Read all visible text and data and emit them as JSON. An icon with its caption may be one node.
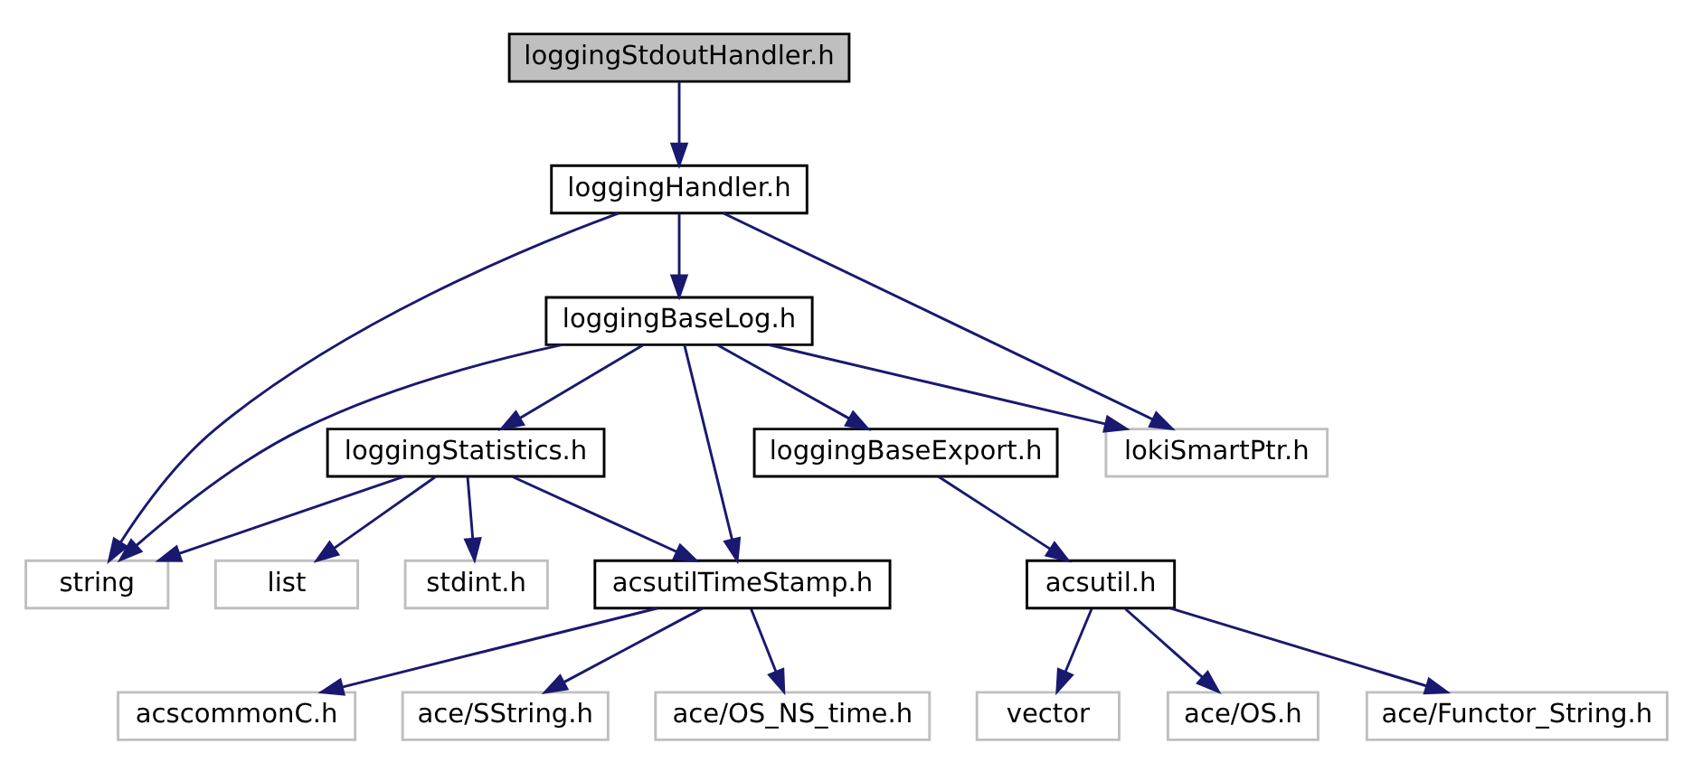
{
  "diagram": {
    "nodes": [
      {
        "text": [
          "loggingStdoutHandler.h"
        ]
      },
      {
        "text": [
          "loggingHandler.h"
        ]
      },
      {
        "text": [
          "loggingBaseLog.h"
        ]
      },
      {
        "text": [
          "loggingBaseExport.h"
        ]
      },
      {
        "text": [
          "loggingStatistics.h"
        ]
      },
      {
        "text": [
          "lokiSmartPtr.h"
        ]
      },
      {
        "text": [
          "acsutilTimeStamp.h"
        ]
      },
      {
        "text": [
          "acsutil.h"
        ]
      },
      {
        "text": [
          "stdint.h"
        ]
      },
      {
        "text": [
          "list"
        ]
      },
      {
        "text": [
          "string"
        ]
      },
      {
        "text": [
          "acscommonC.h"
        ]
      },
      {
        "text": [
          "ace/SString.h"
        ]
      },
      {
        "text": [
          "ace/OS_NS_time.h"
        ]
      },
      {
        "text": [
          "vector"
        ]
      },
      {
        "text": [
          "ace/OS.h"
        ]
      },
      {
        "text": [
          "ace/Functor_String.h"
        ]
      }
    ],
    "edges": [
      {
        "from": 0,
        "to": 1,
        "arrow": "to"
      },
      {
        "from": 1,
        "to": 2,
        "arrow": "to"
      },
      {
        "from": 1,
        "to": 5,
        "arrow": "to"
      },
      {
        "from": 1,
        "to": 10,
        "arrow": "to"
      },
      {
        "from": 2,
        "to": 6,
        "arrow": "to"
      },
      {
        "from": 2,
        "to": 3,
        "arrow": "to"
      },
      {
        "from": 2,
        "to": 4,
        "arrow": "to"
      },
      {
        "from": 2,
        "to": 10,
        "arrow": "to"
      },
      {
        "from": 2,
        "to": 5,
        "arrow": "to"
      },
      {
        "from": 3,
        "to": 7,
        "arrow": "to"
      },
      {
        "from": 4,
        "to": 6,
        "arrow": "to"
      },
      {
        "from": 4,
        "to": 8,
        "arrow": "to"
      },
      {
        "from": 4,
        "to": 9,
        "arrow": "to"
      },
      {
        "from": 4,
        "to": 10,
        "arrow": "to"
      },
      {
        "from": 6,
        "to": 11,
        "arrow": "to"
      },
      {
        "from": 6,
        "to": 12,
        "arrow": "to"
      },
      {
        "from": 6,
        "to": 13,
        "arrow": "to"
      },
      {
        "from": 7,
        "to": 14,
        "arrow": "to"
      },
      {
        "from": 7,
        "to": 15,
        "arrow": "to"
      },
      {
        "from": 7,
        "to": 16,
        "arrow": "to"
      }
    ]
  }
}
